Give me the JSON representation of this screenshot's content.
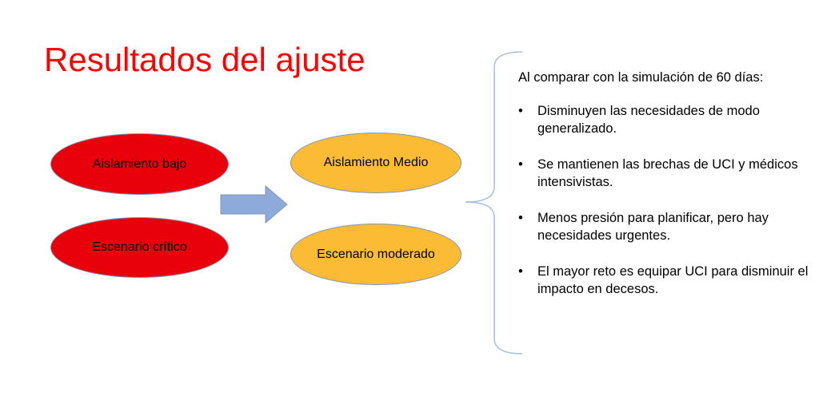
{
  "title": "Resultados del ajuste",
  "colors": {
    "title": "#ff0000",
    "low_isolation_fill": "#e8000b",
    "medium_isolation_fill": "#fbbb35",
    "arrow_fill": "#8eaadb",
    "brace_stroke": "#a9bfdc"
  },
  "left_column": {
    "top": "Aislamiento bajo",
    "bottom": "Escenario crítico"
  },
  "right_column": {
    "top": "Aislamiento Medio",
    "bottom": "Escenario moderado"
  },
  "notes": {
    "intro": "Al comparar con la simulación de 60 días:",
    "bullet_symbol": "•",
    "items": [
      "Disminuyen las necesidades de modo generalizado.",
      "Se mantienen las brechas de UCI y médicos intensivistas.",
      "Menos presión para planificar, pero hay necesidades urgentes.",
      "El mayor reto es equipar UCI para disminuir el impacto en decesos."
    ]
  }
}
